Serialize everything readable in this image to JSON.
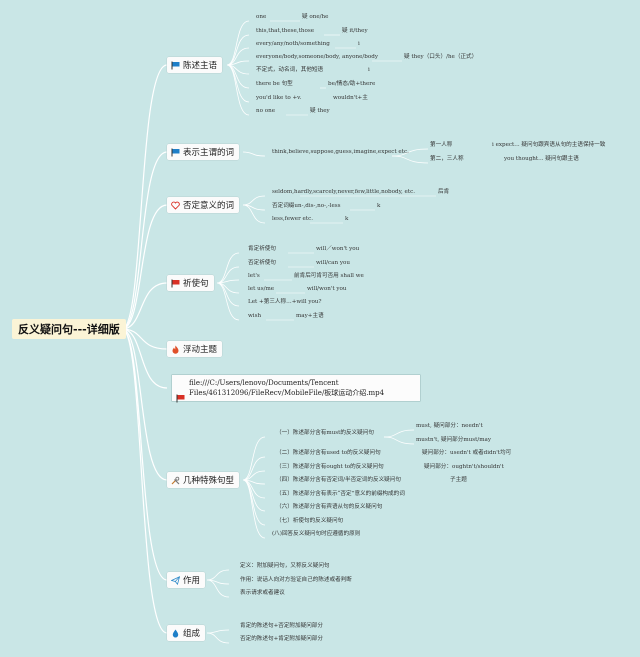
{
  "colors": {
    "background": "#c9e6e6",
    "link": "#ffffff",
    "flag": "#1e7fc8",
    "accent_red": "#d93025",
    "root_bg": "#fbf4d6"
  },
  "root": {
    "label": "反义疑问句---详细版"
  },
  "branches": [
    {
      "id": "b1",
      "label": "陈述主语",
      "icon": "flag-icon",
      "color": "#1e7fc8"
    },
    {
      "id": "b2",
      "label": "表示主谓的词",
      "icon": "flag-icon",
      "color": "#1e7fc8"
    },
    {
      "id": "b3",
      "label": "否定意义的词",
      "icon": "heart-icon",
      "color": "#d93025"
    },
    {
      "id": "b4",
      "label": "祈使句",
      "icon": "flag-icon",
      "color": "#d93025"
    },
    {
      "id": "b5",
      "label": "浮动主题",
      "icon": "fire-icon",
      "color": "#e0502a"
    },
    {
      "id": "b6",
      "label": "file:///C:/Users/lenovo/Documents/Tencent\nFiles/461312096/FileRecv/MobileFile/板球运动介绍.mp4",
      "icon": "flag-icon",
      "color": "#d93025"
    },
    {
      "id": "b7",
      "label": "几种特殊句型",
      "icon": "tools-icon",
      "color": "#c47a2c"
    },
    {
      "id": "b8",
      "label": "作用",
      "icon": "paper-plane-icon",
      "color": "#2a88c8"
    },
    {
      "id": "b9",
      "label": "组成",
      "icon": "drop-icon",
      "color": "#1e7fc8"
    }
  ],
  "texts": [
    {
      "id": "a1",
      "text": "one"
    },
    {
      "id": "a1r",
      "text": "疑 one/he"
    },
    {
      "id": "a2",
      "text": "this,that,these,those"
    },
    {
      "id": "a2r",
      "text": "疑 it/they"
    },
    {
      "id": "a3",
      "text": "every/any/noth/something"
    },
    {
      "id": "a3r",
      "text": "i"
    },
    {
      "id": "a4",
      "text": "everyone/body,someone/body, anyone/body"
    },
    {
      "id": "a4r",
      "text": "疑 they（口头）/he（正式）"
    },
    {
      "id": "a5",
      "text": "不定式，动名词，其他短语"
    },
    {
      "id": "a5r",
      "text": "i"
    },
    {
      "id": "a6",
      "text": "there be 句型"
    },
    {
      "id": "a6r",
      "text": "be/情态/助+there"
    },
    {
      "id": "a7",
      "text": "you'd like to +v."
    },
    {
      "id": "a7r",
      "text": "wouldn't+主"
    },
    {
      "id": "a8",
      "text": "no one"
    },
    {
      "id": "a8r",
      "text": "疑 they"
    },
    {
      "id": "c1",
      "text": "think,believe,suppose,guess,imagine,expect etc."
    },
    {
      "id": "c2",
      "text": "第一人称"
    },
    {
      "id": "c2r",
      "text": "i expect... 疑问句跟宾语从句的主语保持一致"
    },
    {
      "id": "c3",
      "text": "第二，三人称"
    },
    {
      "id": "c3r",
      "text": "you thought... 疑问句跟主语"
    },
    {
      "id": "d1",
      "text": "seldom,hardly,scarcely,never,few,little,nobody, etc."
    },
    {
      "id": "d1r",
      "text": "后肯"
    },
    {
      "id": "d2",
      "text": "否定词缀un-,dis-,no-,-less"
    },
    {
      "id": "d2r",
      "text": "k"
    },
    {
      "id": "d3",
      "text": "less,fewer etc."
    },
    {
      "id": "d3r",
      "text": "k"
    },
    {
      "id": "e1",
      "text": "肯定祈使句"
    },
    {
      "id": "e1r",
      "text": "will／won't you"
    },
    {
      "id": "e2",
      "text": "否定祈使句"
    },
    {
      "id": "e2r",
      "text": "will/can you"
    },
    {
      "id": "e3",
      "text": "let's"
    },
    {
      "id": "e3r",
      "text": "前肯后可肯可否用 shall we"
    },
    {
      "id": "e4",
      "text": "let us/me"
    },
    {
      "id": "e4r",
      "text": "will/won't you"
    },
    {
      "id": "e5",
      "text": "Let +第三人称…+will you?"
    },
    {
      "id": "e6",
      "text": "wish"
    },
    {
      "id": "e6r",
      "text": "may+主语"
    },
    {
      "id": "f1",
      "text": "（一）陈述部分含有must的反义疑问句"
    },
    {
      "id": "f1a",
      "text": "must, 疑问部分：needn't"
    },
    {
      "id": "f1b",
      "text": "mustn't, 疑问部分must/may"
    },
    {
      "id": "f2",
      "text": "（二）陈述部分含有used to的反义疑问句"
    },
    {
      "id": "f2r",
      "text": "疑问部分：usedn't 或者didn't均可"
    },
    {
      "id": "f3",
      "text": "（三）陈述部分含有ought to的反义疑问句"
    },
    {
      "id": "f3r",
      "text": "疑问部分：oughtn't/shouldn't"
    },
    {
      "id": "f4",
      "text": "（四）陈述部分含有否定词/半否定词的反义疑问句"
    },
    {
      "id": "f4r",
      "text": "子主题"
    },
    {
      "id": "f5",
      "text": "（五）陈述部分含有表示“否定”意义的前缀构成的词"
    },
    {
      "id": "f6",
      "text": "（六）陈述部分含有宾语从句的反义疑问句"
    },
    {
      "id": "f7",
      "text": "（七）祈使句的反义疑问句"
    },
    {
      "id": "f8",
      "text": "(八)回答反义疑问句时应遵循的原则"
    },
    {
      "id": "g1",
      "text": "定义：附加疑问句，又称反义疑问句"
    },
    {
      "id": "g2",
      "text": "作用：说话人向对方验证自己的陈述或者判断"
    },
    {
      "id": "g3",
      "text": "表示请求或者建议"
    },
    {
      "id": "h1",
      "text": "肯定的陈述句+否定附加疑问部分"
    },
    {
      "id": "h2",
      "text": "否定的陈述句+肯定附加疑问部分"
    }
  ]
}
